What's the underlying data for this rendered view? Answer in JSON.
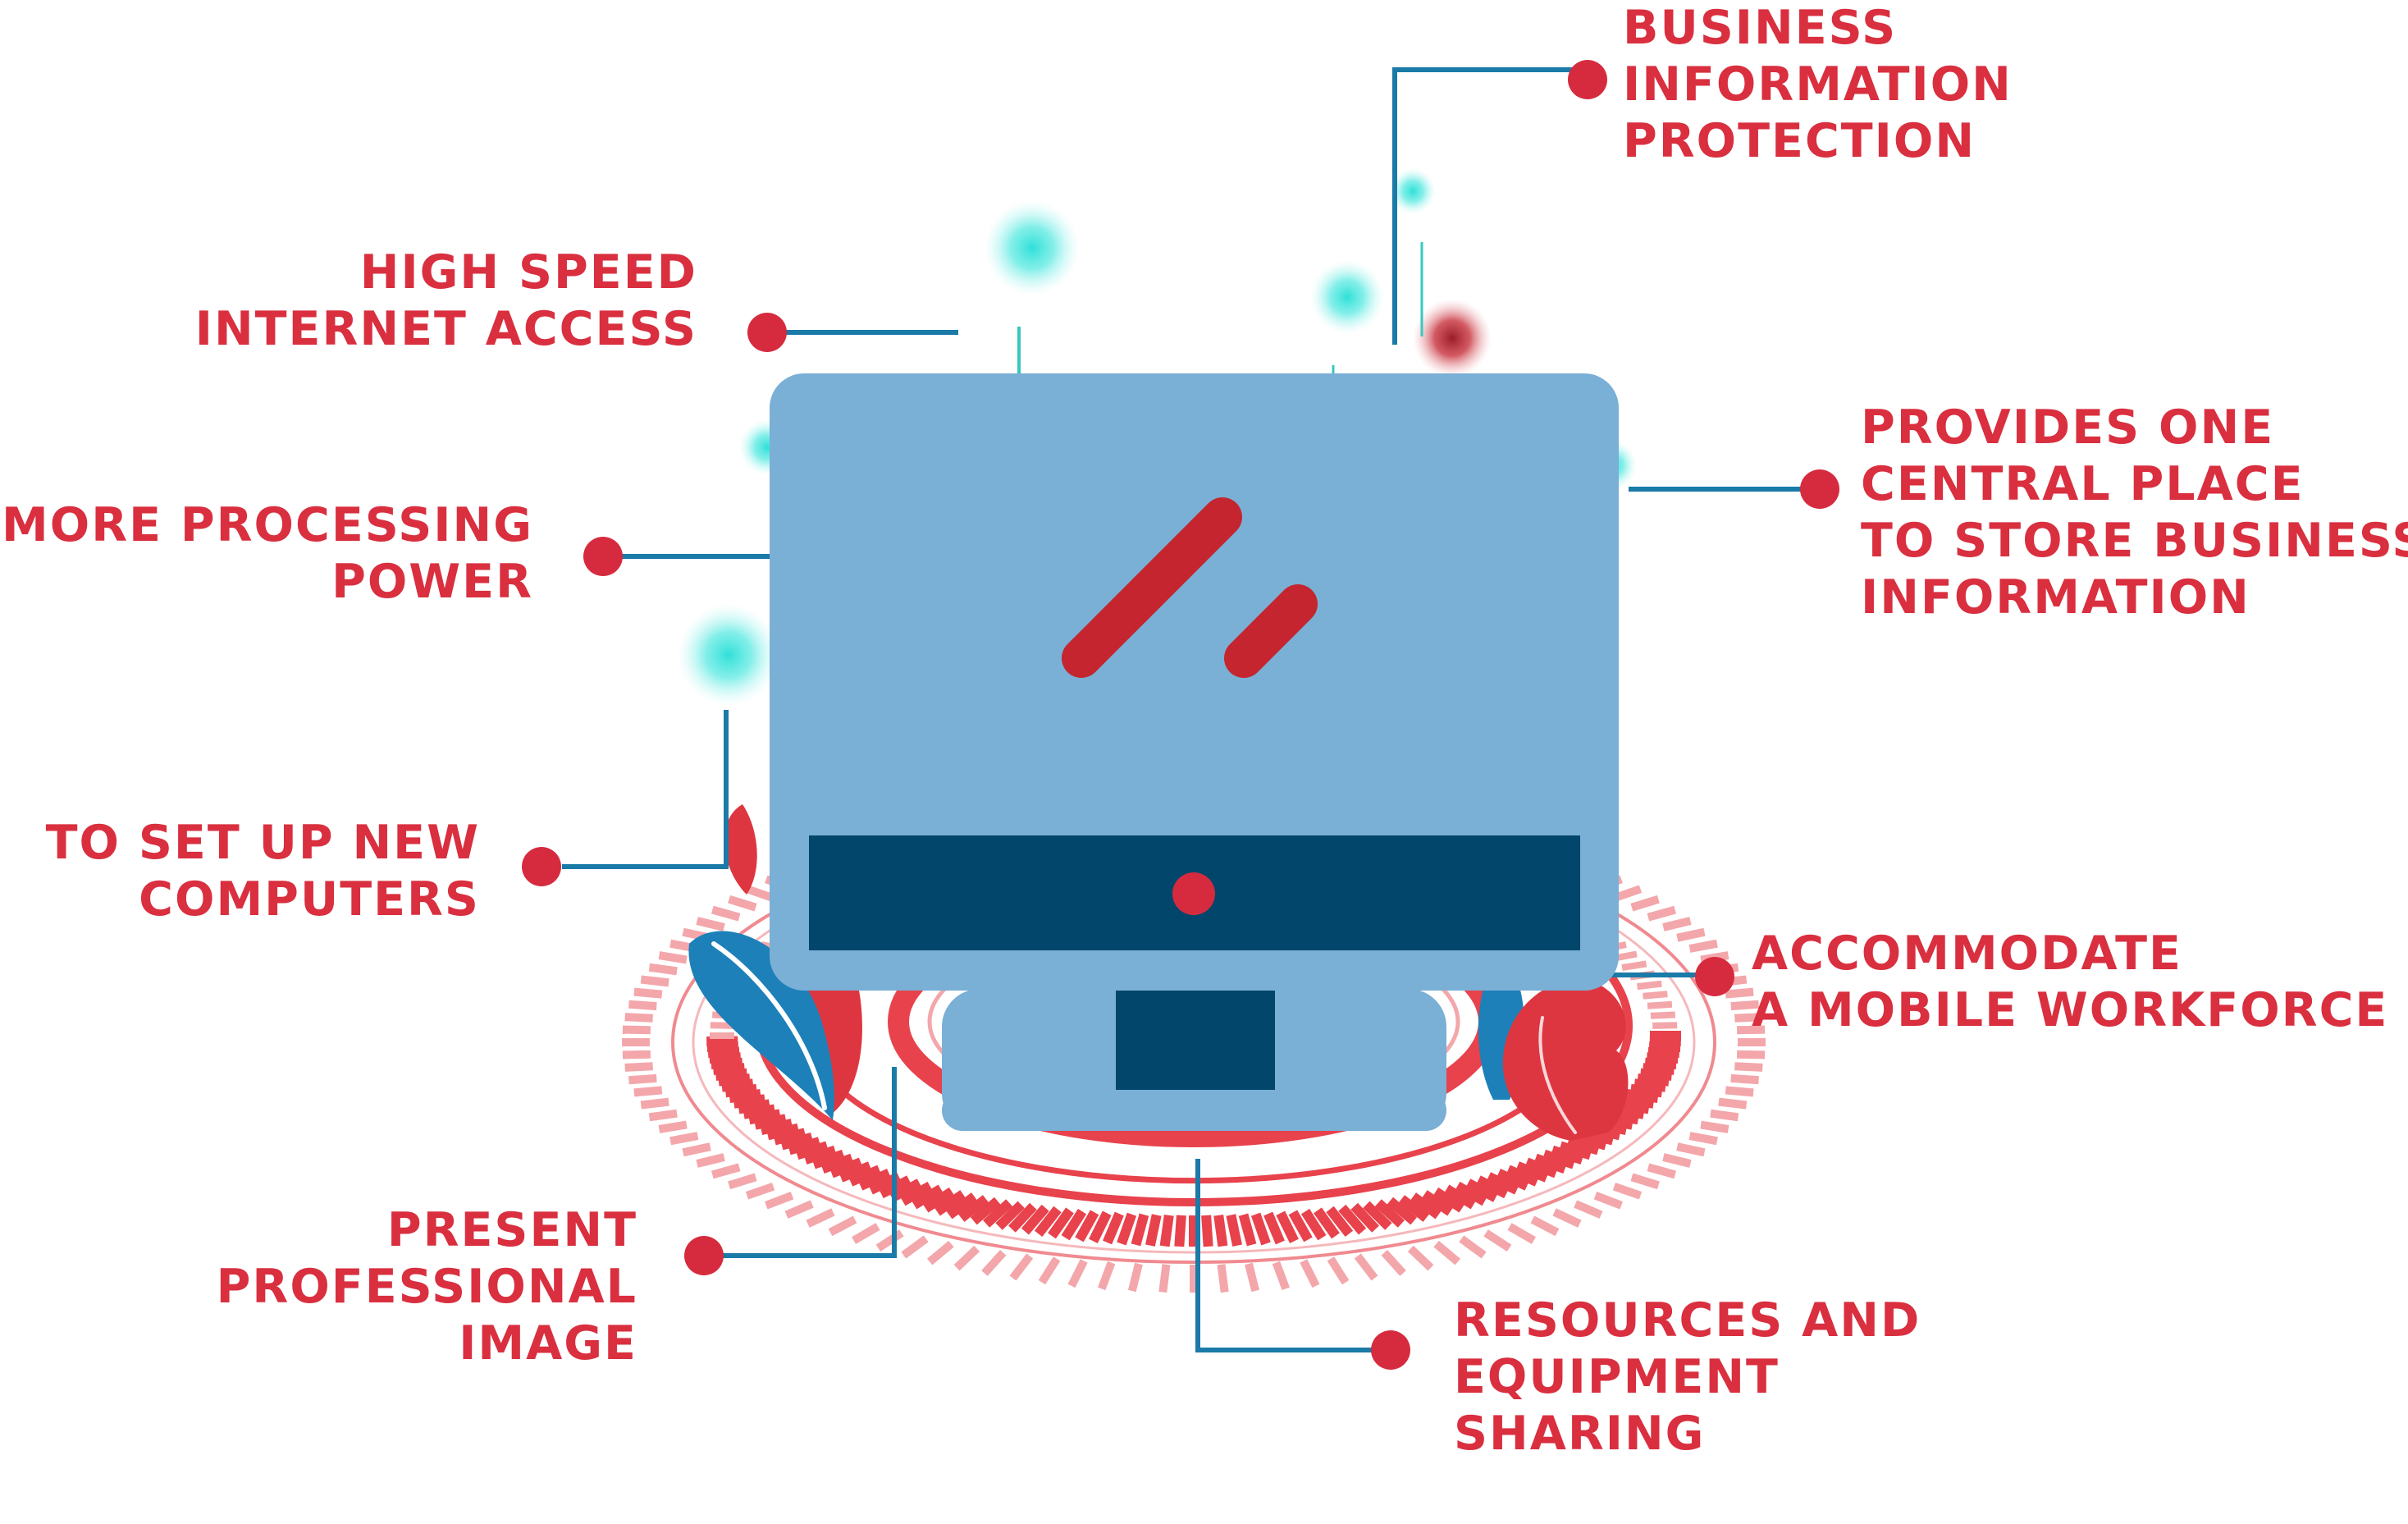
{
  "colors": {
    "label_text": "#d92f3f",
    "connector": "#1a7aa8",
    "dot": "#d62b3e",
    "monitor_body": "#7aafd6",
    "monitor_bar": "#02466b",
    "screen_glare": "#c4252f",
    "ring": "#e8424c",
    "ring_light": "#f3a7ab",
    "leaf_blue": "#1d80b8",
    "leaf_red": "#de3640",
    "glow": "#3fe6df"
  },
  "icons": {
    "monitor": "desktop-monitor-icon",
    "connector_dot": "circle-dot-icon",
    "plant": "leaf-icon",
    "orbit": "tech-ring-icon"
  },
  "labels": {
    "business_info_protection": [
      "BUSINESS",
      "INFORMATION",
      "PROTECTION"
    ],
    "high_speed_internet": [
      "HIGH SPEED",
      "INTERNET ACCESS"
    ],
    "central_place": [
      "PROVIDES ONE",
      "CENTRAL PLACE",
      "TO STORE BUSINESS",
      "INFORMATION"
    ],
    "processing_power": [
      "MORE PROCESSING",
      "POWER"
    ],
    "new_computers": [
      "TO SET UP NEW",
      "COMPUTERS"
    ],
    "mobile_workforce": [
      "ACCOMMODATE",
      "A MOBILE WORKFORCE"
    ],
    "professional_image": [
      "PRESENT",
      "PROFESSIONAL",
      "IMAGE"
    ],
    "resource_sharing": [
      "RESOURCES AND",
      "EQUIPMENT",
      "SHARING"
    ]
  }
}
